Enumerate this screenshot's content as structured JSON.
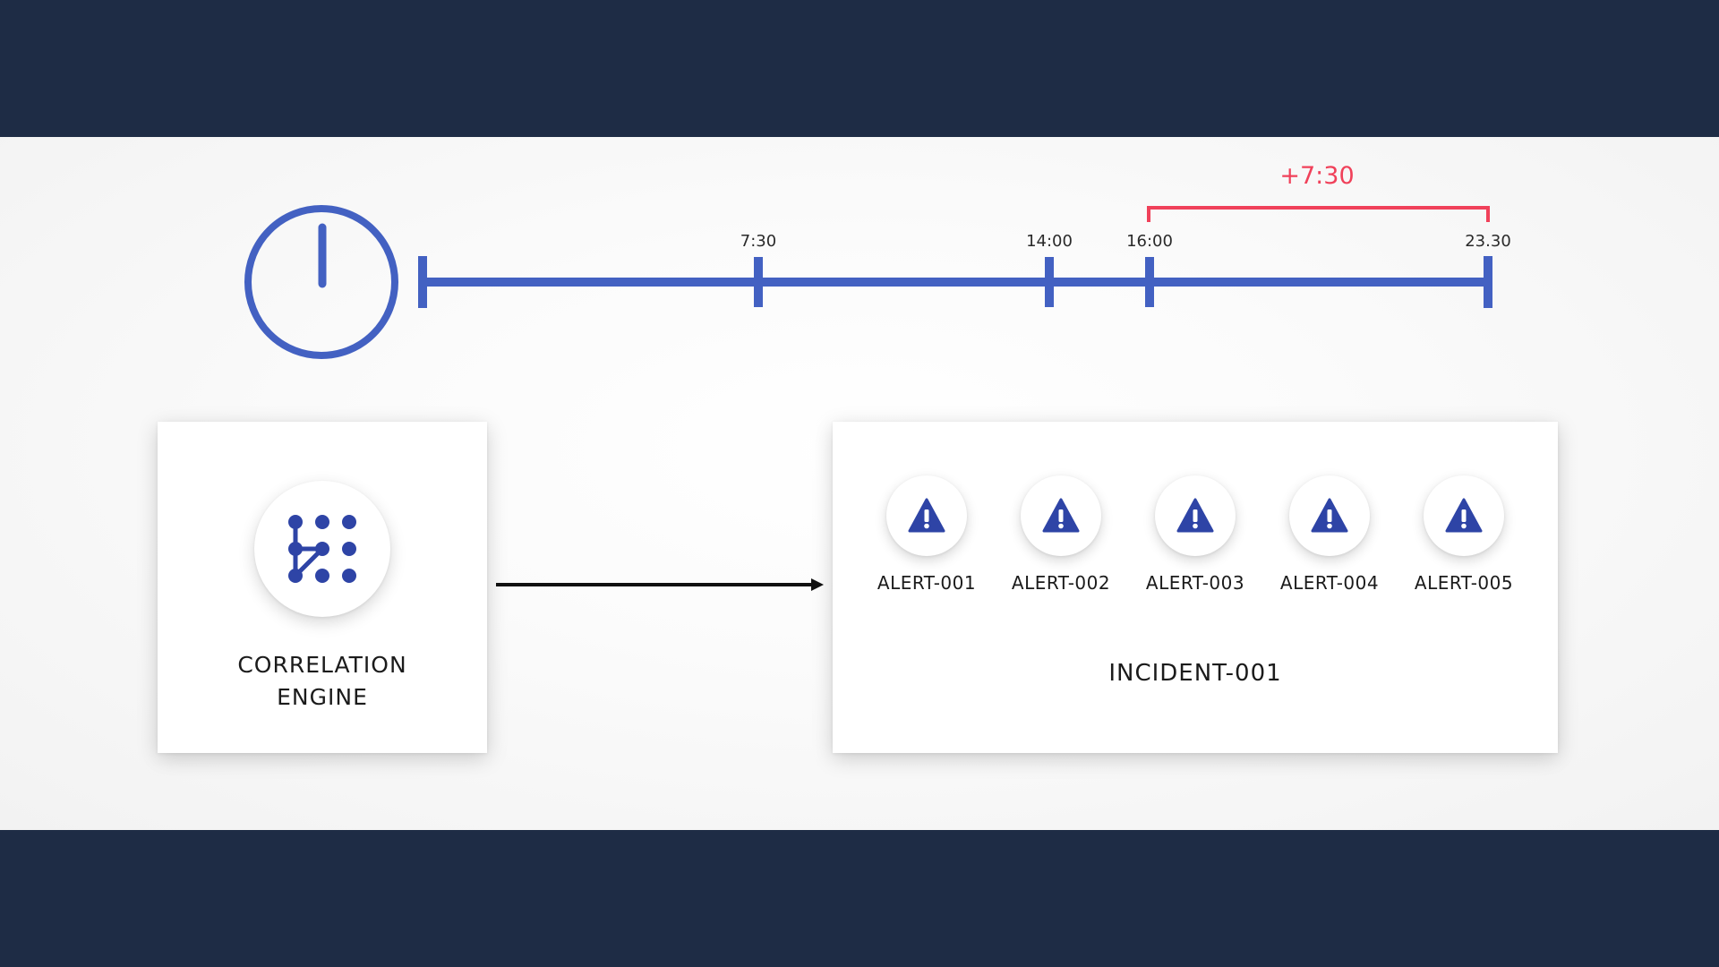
{
  "timeline": {
    "ticks": [
      {
        "label": ""
      },
      {
        "label": "7:30"
      },
      {
        "label": "14:00"
      },
      {
        "label": "16:00"
      },
      {
        "label": "23.30"
      }
    ],
    "duration_label": "+7:30"
  },
  "engine": {
    "label_line1": "CORRELATION",
    "label_line2": "ENGINE"
  },
  "incident": {
    "alerts": [
      {
        "label": "ALERT-001"
      },
      {
        "label": "ALERT-002"
      },
      {
        "label": "ALERT-003"
      },
      {
        "label": "ALERT-004"
      },
      {
        "label": "ALERT-005"
      }
    ],
    "label": "INCIDENT-001"
  },
  "colors": {
    "frame": "#1e2c45",
    "timeline_blue": "#4361c2",
    "icon_blue": "#2e44a6",
    "duration_red": "#f0415a"
  },
  "icons": {
    "clock": "clock-icon",
    "engine": "network-nodes-icon",
    "alert": "warning-triangle-icon"
  }
}
